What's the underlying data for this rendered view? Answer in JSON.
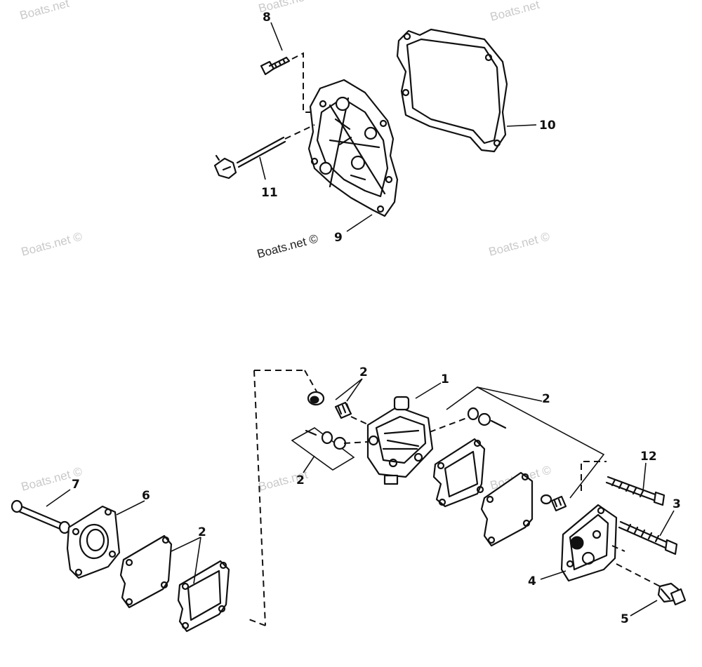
{
  "watermarks": [
    "Boats.net",
    "Boats.net",
    "Boats.net",
    "Boats.net ©",
    "Boats.net ©",
    "Boats.net ©",
    "Boats.net ©",
    "Boats.net",
    "Boats.net ©"
  ],
  "callouts": {
    "c1": "1",
    "c2a": "2",
    "c2b": "2",
    "c2c": "2",
    "c2d": "2",
    "c3": "3",
    "c4": "4",
    "c5": "5",
    "c6": "6",
    "c7": "7",
    "c8": "8",
    "c9": "9",
    "c10": "10",
    "c11": "11",
    "c12": "12"
  },
  "colors": {
    "ink": "#111111",
    "watermark": "#c9c9c9",
    "background": "#ffffff"
  }
}
